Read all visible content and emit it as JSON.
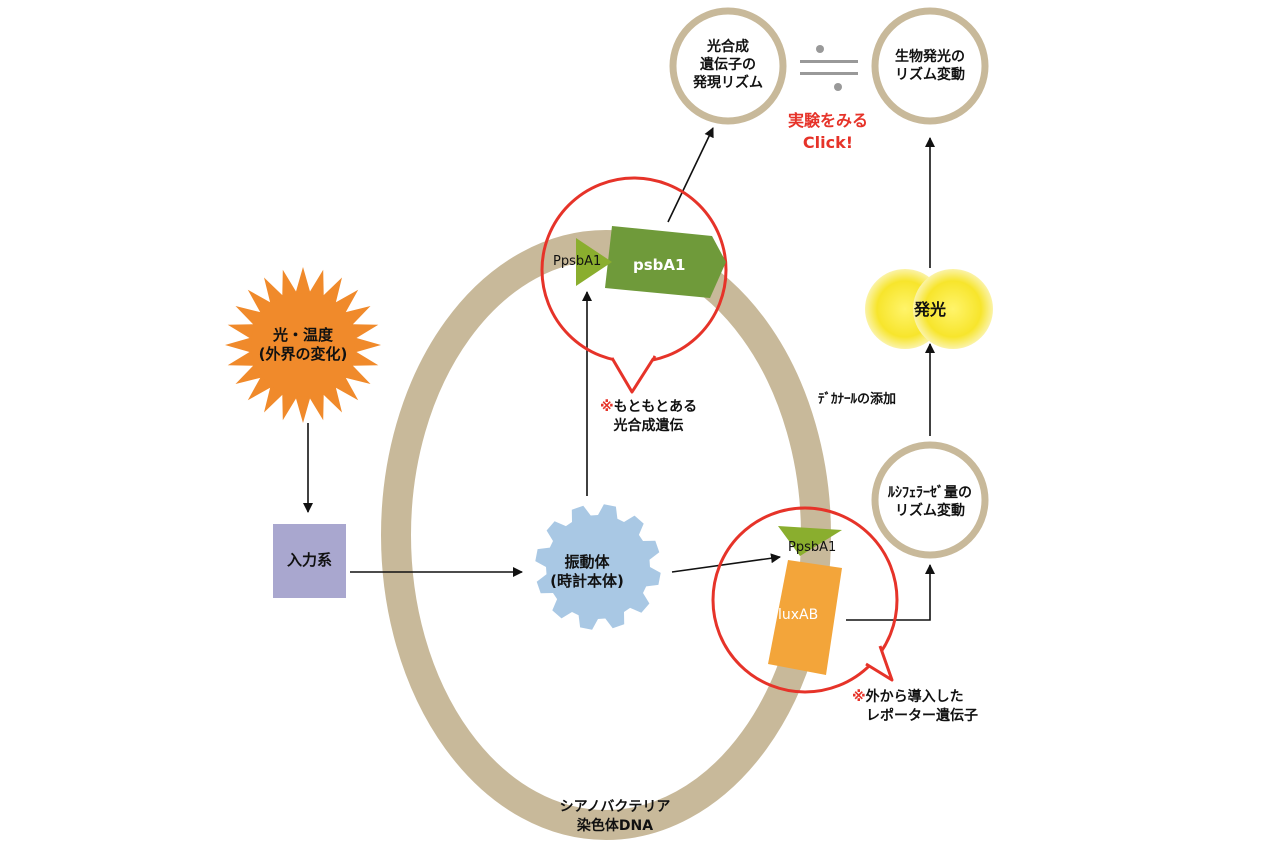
{
  "input_signal": {
    "line1": "光・温度",
    "line2": "(外界の変化)"
  },
  "input_system": {
    "label": "入力系"
  },
  "oscillator": {
    "line1": "振動体",
    "line2": "(時計本体)"
  },
  "chromosome": {
    "line1": "シアノバクテリア",
    "line2": "染色体DNA"
  },
  "native_gene": {
    "promoter": "PpsbA1",
    "gene": "psbA1",
    "note_mark": "※",
    "note_line1": "もともとある",
    "note_line2": "光合成遺伝"
  },
  "reporter_gene": {
    "promoter": "PpsbA1",
    "gene": "luxAB",
    "note_mark": "※",
    "note_line1": "外から導入した",
    "note_line2": "レポーター遺伝子"
  },
  "photosynthesis_rhythm": {
    "line1": "光合成",
    "line2": "遺伝子の",
    "line3": "発現リズム"
  },
  "bioluminescence_rhythm": {
    "line1": "生物発光の",
    "line2": "リズム変動"
  },
  "luciferase_rhythm": {
    "line1": "ﾙｼﾌｪﾗｰｾﾞ量の",
    "line2": "リズム変動"
  },
  "emission": {
    "label": "発光"
  },
  "decanal_step": {
    "label": "ﾃﾞｶﾅｰﾙの添加"
  },
  "experiment_link": {
    "line1": "実験をみる",
    "line2": "Click!"
  },
  "colors": {
    "ring": "#c8b99a",
    "sun": "#f08a2b",
    "input_box": "#a9a7cf",
    "gear": "#a9c8e4",
    "highlight": "#e63329",
    "gene_green": "#6f9a3a",
    "promoter_green": "#8aae2e",
    "lux_orange": "#f3a53a",
    "glow": "#f7e52c",
    "circle_border": "#c8b99a",
    "equals": "#999999"
  }
}
